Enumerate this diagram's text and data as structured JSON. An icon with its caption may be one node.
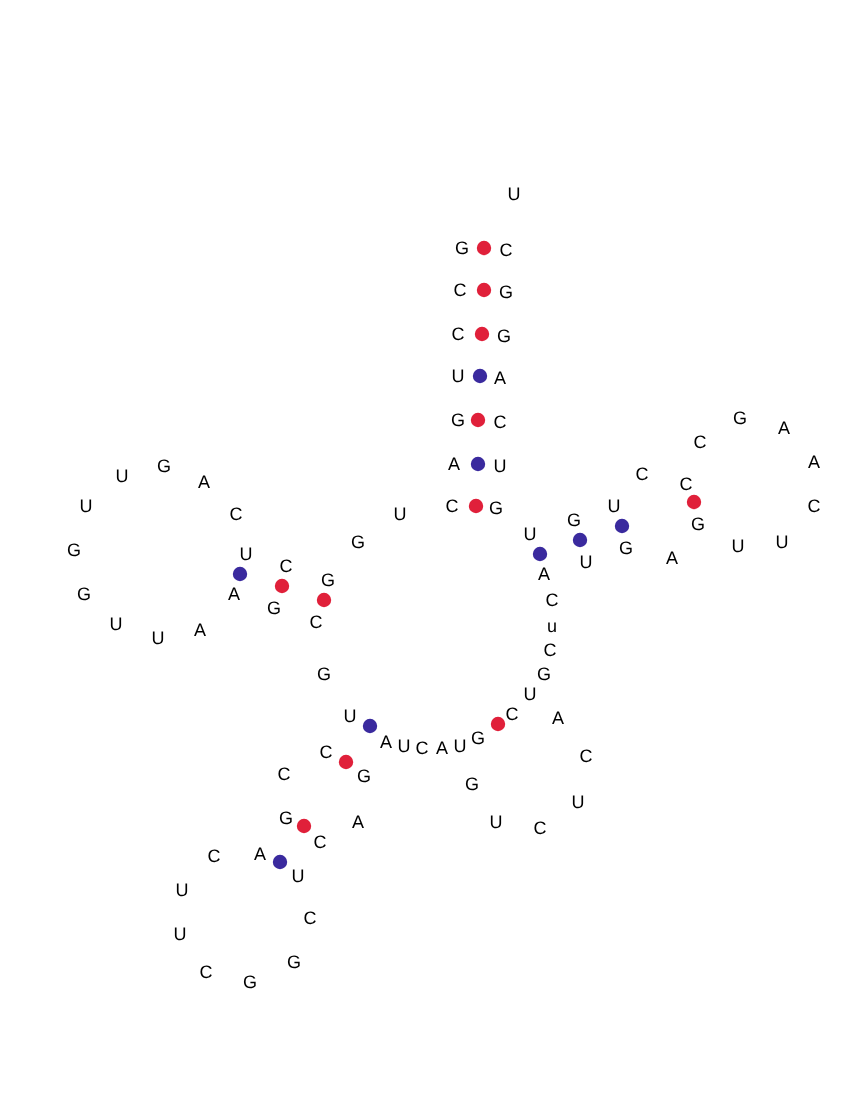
{
  "diagram": {
    "labels": [
      "U",
      "G",
      "C",
      "C",
      "G",
      "C",
      "G",
      "U",
      "A",
      "G",
      "G",
      "C",
      "A",
      "C",
      "A",
      "A",
      "U",
      "G",
      "C",
      "U",
      "A",
      "C",
      "C",
      "C",
      "U",
      "U",
      "G",
      "C",
      "U",
      "G",
      "G",
      "U",
      "G",
      "U",
      "U",
      "G",
      "G",
      "U",
      "A",
      "U",
      "C",
      "A",
      "G",
      "G",
      "A",
      "C",
      "G",
      "C",
      "U",
      "u",
      "A",
      "U",
      "C",
      "G",
      "G",
      "U",
      "C",
      "U",
      "A",
      "G",
      "A",
      "U",
      "U",
      "C",
      "A",
      "C",
      "C",
      "C",
      "G",
      "G",
      "U",
      "G",
      "A",
      "U",
      "C",
      "C",
      "A",
      "C",
      "U",
      "U",
      "C",
      "U",
      "G",
      "C",
      "G"
    ]
  }
}
